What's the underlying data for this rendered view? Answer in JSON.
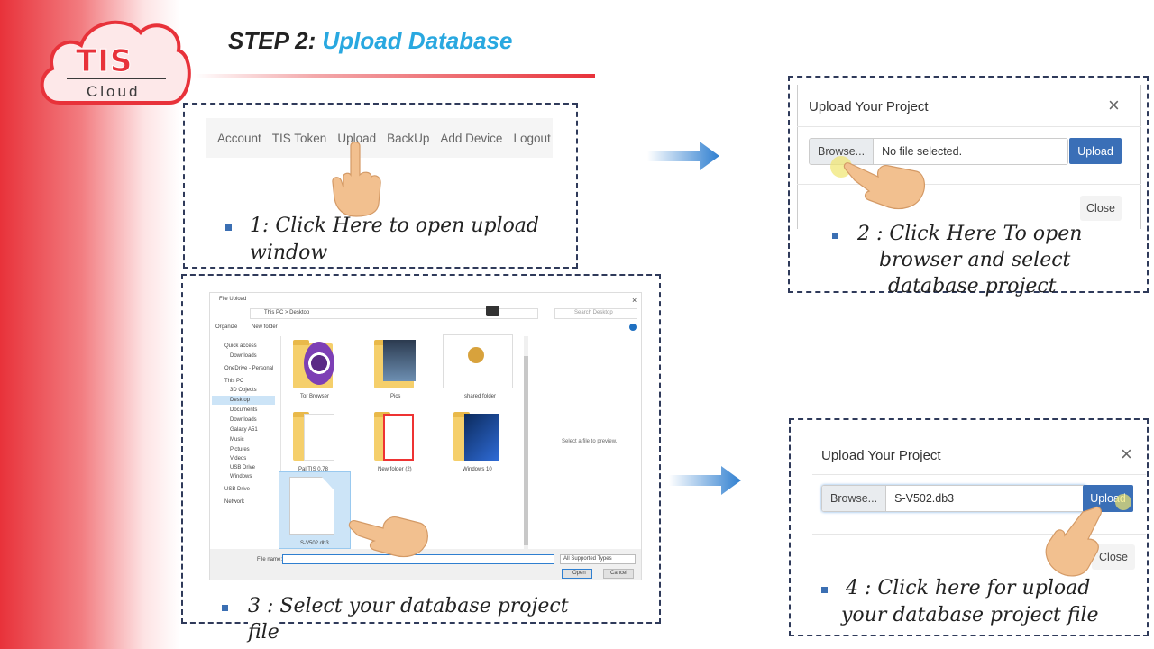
{
  "logo": {
    "brand": "TIS",
    "sub": "Cloud"
  },
  "title": {
    "prefix": "STEP 2:",
    "accent": "Upload Database"
  },
  "step1": {
    "nav_items": [
      "Account",
      "TIS Token",
      "Upload",
      "BackUp",
      "Add Device",
      "Logout"
    ],
    "caption_l1": "1: Click Here to open upload",
    "caption_l2": "window"
  },
  "step2": {
    "modal_title": "Upload Your Project",
    "browse_label": "Browse...",
    "file_text": "No file selected.",
    "upload_label": "Upload",
    "close_label": "Close",
    "caption_l1": "2 : Click Here To open",
    "caption_l2": "browser and select",
    "caption_l3": "database project"
  },
  "step3": {
    "dialog_title": "File Upload",
    "path": "This PC  >  Desktop",
    "search": "Search Desktop",
    "organize": "Organize",
    "new_folder": "New folder",
    "tree": [
      "Quick access",
      "Downloads",
      "OneDrive - Personal",
      "This PC",
      "3D Objects",
      "Desktop",
      "Documents",
      "Downloads",
      "Galaxy A51",
      "Music",
      "Pictures",
      "Videos",
      "USB Drive",
      "Windows",
      "USB Drive",
      "Network"
    ],
    "files": [
      "Tor Browser",
      "Pics",
      "shared folder",
      "Pal TIS 0.78",
      "New folder (2)",
      "Windows 10",
      "S-V502.db3"
    ],
    "preview": "Select a file to preview.",
    "file_name_label": "File name:",
    "filter": "All Supported Types",
    "open_label": "Open",
    "cancel_label": "Cancel",
    "caption_l1": "3 : Select your database project",
    "caption_l2": "file"
  },
  "step4": {
    "modal_title": "Upload Your Project",
    "browse_label": "Browse...",
    "file_text": "S-V502.db3",
    "upload_label": "Upload",
    "close_label": "Close",
    "caption_l1": "4 : Click here for upload",
    "caption_l2": "your database project file"
  },
  "colors": {
    "accent_blue": "#29a8e0",
    "brand_red": "#e8323a",
    "button_blue": "#3a6fb7",
    "border": "#2f3a5a"
  }
}
